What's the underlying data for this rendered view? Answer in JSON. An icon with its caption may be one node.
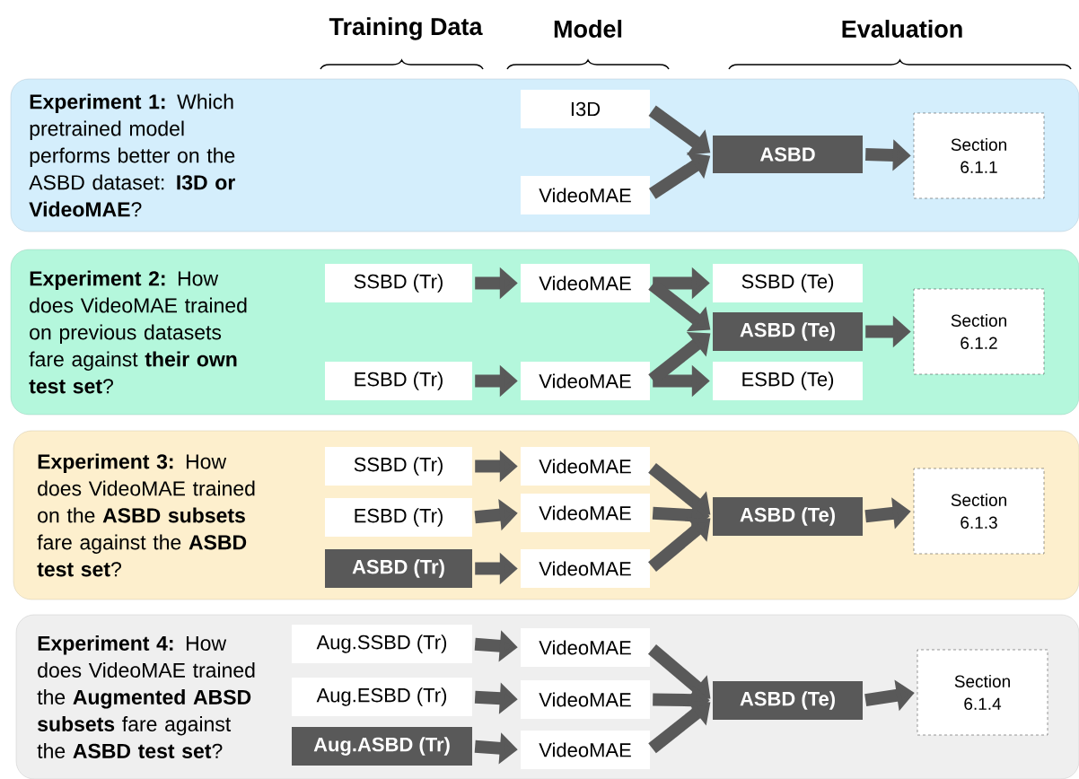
{
  "diagram": {
    "nodes": [
      {
        "text": [
          "**Experiment 1:** Which pretrained model performs better on the ASBD dataset: **I3D or VideoMAE**?"
        ]
      },
      {
        "text": [
          "I3D"
        ],
        "in": 0
      },
      {
        "text": [
          "VideoMAE"
        ],
        "in": 0
      },
      {
        "text": [
          "ASBD"
        ],
        "in": 0
      },
      {
        "text": [
          "Section 6.1.1"
        ],
        "in": 0
      },
      {
        "text": [
          "**Experiment 2:** How does VideoMAE trained on previous datasets fare against **their own test set**?"
        ]
      },
      {
        "text": [
          "SSBD (Tr)"
        ],
        "in": 5
      },
      {
        "text": [
          "VideoMAE"
        ],
        "in": 5
      },
      {
        "text": [
          "SSBD (Te)"
        ],
        "in": 5
      },
      {
        "text": [
          "ASBD (Te)"
        ],
        "in": 5
      },
      {
        "text": [
          "Section 6.1.2"
        ],
        "in": 5
      },
      {
        "text": [
          "ESBD (Tr)"
        ],
        "in": 5
      },
      {
        "text": [
          "VideoMAE"
        ],
        "in": 5
      },
      {
        "text": [
          "ESBD (Te)"
        ],
        "in": 5
      },
      {
        "text": [
          "**Experiment 3:** How does VideoMAE trained on the **ASBD subsets** fare against the **ASBD test set**?"
        ]
      },
      {
        "text": [
          "SSBD (Tr)"
        ],
        "in": 14
      },
      {
        "text": [
          "VideoMAE"
        ],
        "in": 14
      },
      {
        "text": [
          "ESBD (Tr)"
        ],
        "in": 14
      },
      {
        "text": [
          "VideoMAE"
        ],
        "in": 14
      },
      {
        "text": [
          "ASBD (Tr)"
        ],
        "in": 14
      },
      {
        "text": [
          "VideoMAE"
        ],
        "in": 14
      },
      {
        "text": [
          "ASBD (Te)"
        ],
        "in": 14
      },
      {
        "text": [
          "Section 6.1.3"
        ],
        "in": 14
      },
      {
        "text": [
          "**Experiment 4:** How does VideoMAE trained the **Augmented ABSD subsets** fare against the **ASBD test set**?"
        ]
      },
      {
        "text": [
          "Aug.SSBD (Tr)"
        ],
        "in": 23
      },
      {
        "text": [
          "VideoMAE"
        ],
        "in": 23
      },
      {
        "text": [
          "Aug.ESBD (Tr)"
        ],
        "in": 23
      },
      {
        "text": [
          "VideoMAE"
        ],
        "in": 23
      },
      {
        "text": [
          "Aug.**ASBD (Tr)**"
        ],
        "in": 23
      },
      {
        "text": [
          "VideoMAE"
        ],
        "in": 23
      },
      {
        "text": [
          "ASBD (Te)"
        ],
        "in": 23
      },
      {
        "text": [
          "Section 6.1.4"
        ],
        "in": 23
      }
    ],
    "edges": [
      {
        "from": 1,
        "to": 3,
        "arrow": "to"
      },
      {
        "from": 2,
        "to": 3,
        "arrow": "to"
      },
      {
        "from": 3,
        "to": 4,
        "arrow": "to"
      },
      {
        "from": 6,
        "to": 7,
        "arrow": "to"
      },
      {
        "from": 7,
        "to": 8,
        "arrow": "to"
      },
      {
        "from": 7,
        "to": 9,
        "arrow": "to"
      },
      {
        "from": 11,
        "to": 12,
        "arrow": "to"
      },
      {
        "from": 12,
        "to": 13,
        "arrow": "to"
      },
      {
        "from": 12,
        "to": 9,
        "arrow": "to"
      },
      {
        "from": 9,
        "to": 10,
        "arrow": "to"
      },
      {
        "from": 15,
        "to": 16,
        "arrow": "to"
      },
      {
        "from": 17,
        "to": 18,
        "arrow": "to"
      },
      {
        "from": 19,
        "to": 20,
        "arrow": "to"
      },
      {
        "from": 16,
        "to": 21,
        "arrow": "to"
      },
      {
        "from": 18,
        "to": 21,
        "arrow": "to"
      },
      {
        "from": 20,
        "to": 21,
        "arrow": "to"
      },
      {
        "from": 21,
        "to": 22,
        "arrow": "to"
      },
      {
        "from": 24,
        "to": 25,
        "arrow": "to"
      },
      {
        "from": 26,
        "to": 27,
        "arrow": "to"
      },
      {
        "from": 28,
        "to": 29,
        "arrow": "to"
      },
      {
        "from": 25,
        "to": 30,
        "arrow": "to"
      },
      {
        "from": 27,
        "to": 30,
        "arrow": "to"
      },
      {
        "from": 29,
        "to": 30,
        "arrow": "to"
      },
      {
        "from": 30,
        "to": 31,
        "arrow": "to"
      }
    ],
    "labels": [
      "Training Data",
      "Model",
      "Evaluation"
    ]
  }
}
